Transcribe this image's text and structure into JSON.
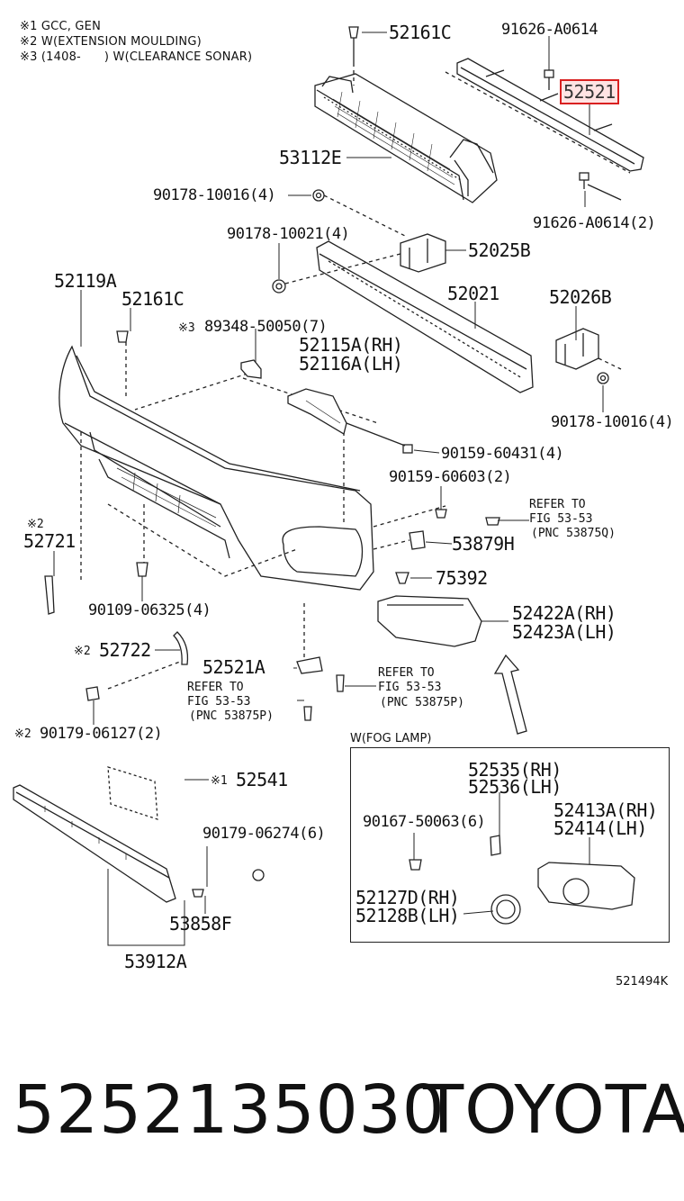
{
  "notes": [
    "※1 GCC, GEN",
    "※2 W(EXTENSION MOULDING)",
    "※3 (1408-      ) W(CLEARANCE SONAR)"
  ],
  "parts": {
    "p52161C_top": "52161C",
    "p91626_A0614": "91626-A0614",
    "p52521": "52521",
    "p53112E": "53112E",
    "p90178_10016_a": "90178-10016(4)",
    "p91626_A0614_2": "91626-A0614(2)",
    "p90178_10021": "90178-10021(4)",
    "p52025B": "52025B",
    "p52119A": "52119A",
    "p52021": "52021",
    "p52161C": "52161C",
    "p52026B": "52026B",
    "p89348": "89348-50050(7)",
    "p52115A": "52115A(RH)",
    "p52116A": "52116A(LH)",
    "p90178_10016_b": "90178-10016(4)",
    "p90159_60431": "90159-60431(4)",
    "p90159_60603": "90159-60603(2)",
    "p52721": "52721",
    "p53879H": "53879H",
    "p75392": "75392",
    "p90109_06325": "90109-06325(4)",
    "p52422A": "52422A(RH)",
    "p52423A": "52423A(LH)",
    "p52722": "52722",
    "p52521A": "52521A",
    "p90179_06127": "90179-06127(2)",
    "p52541": "52541",
    "p90179_06274": "90179-06274(6)",
    "p53858F": "53858F",
    "p53912A": "53912A",
    "p52535": "52535(RH)",
    "p52536": "52536(LH)",
    "p90167_50063": "90167-50063(6)",
    "p52413A": "52413A(RH)",
    "p52414": "52414(LH)",
    "p52127D": "52127D(RH)",
    "p52128B": "52128B(LH)"
  },
  "marks": {
    "m3": "※3",
    "m2a": "※2",
    "m2b": "※2",
    "m2c": "※2",
    "m1": "※1"
  },
  "refs": {
    "r1_line1": "REFER TO",
    "r1_line2": "FIG 53-53",
    "r1_line3": "(PNC 53875Q)",
    "r2_line1": "REFER TO",
    "r2_line2": "FIG 53-53",
    "r2_line3": "(PNC 53875P)",
    "r3_line1": "REFER TO",
    "r3_line2": "FIG 53-53",
    "r3_line3": "(PNC 53875P)"
  },
  "inset_title": "W(FOG LAMP)",
  "catalog_code": "521494K",
  "footer": {
    "part_number": "5252135030",
    "brand": "TOYOTA"
  },
  "colors": {
    "highlight_border": "#d92020",
    "line": "#222222"
  }
}
